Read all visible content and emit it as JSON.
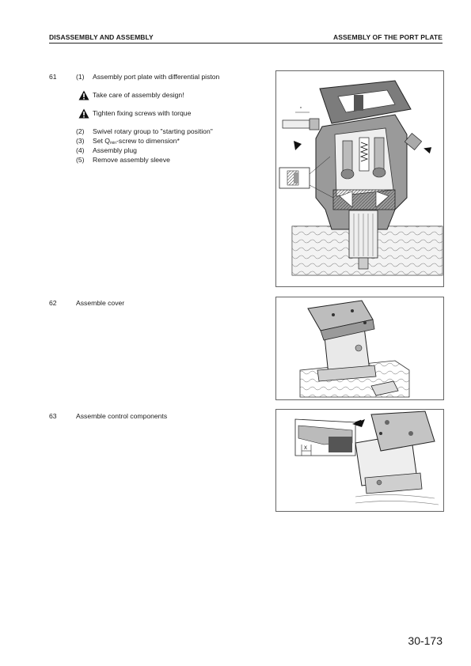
{
  "header": {
    "left": "DISASSEMBLY AND ASSEMBLY",
    "right": "ASSEMBLY OF THE PORT PLATE"
  },
  "steps": [
    {
      "number": "61",
      "items": [
        {
          "num": "(1)",
          "text": "Assembly port plate with differential piston"
        },
        {
          "warning": true,
          "icon": "warning-triangle-icon",
          "text": "Take care of assembly design!"
        },
        {
          "warning": true,
          "icon": "warning-triangle-icon",
          "text": "Tighten fixing screws with torque"
        },
        {
          "num": "(2)",
          "text": "Swivel rotary group to \"starting position\""
        },
        {
          "num": "(3)",
          "text_before": "Set Q",
          "sub": "min",
          "text_after": "-screw to dimension*"
        },
        {
          "num": "(4)",
          "text": "Assembly plug"
        },
        {
          "num": "(5)",
          "text": "Remove assembly sleeve"
        }
      ]
    },
    {
      "number": "62",
      "text": "Assemble cover"
    },
    {
      "number": "63",
      "text": "Assemble control components"
    }
  ],
  "figures": {
    "fig3_dimension_label": "X"
  },
  "page_number": "30-173"
}
